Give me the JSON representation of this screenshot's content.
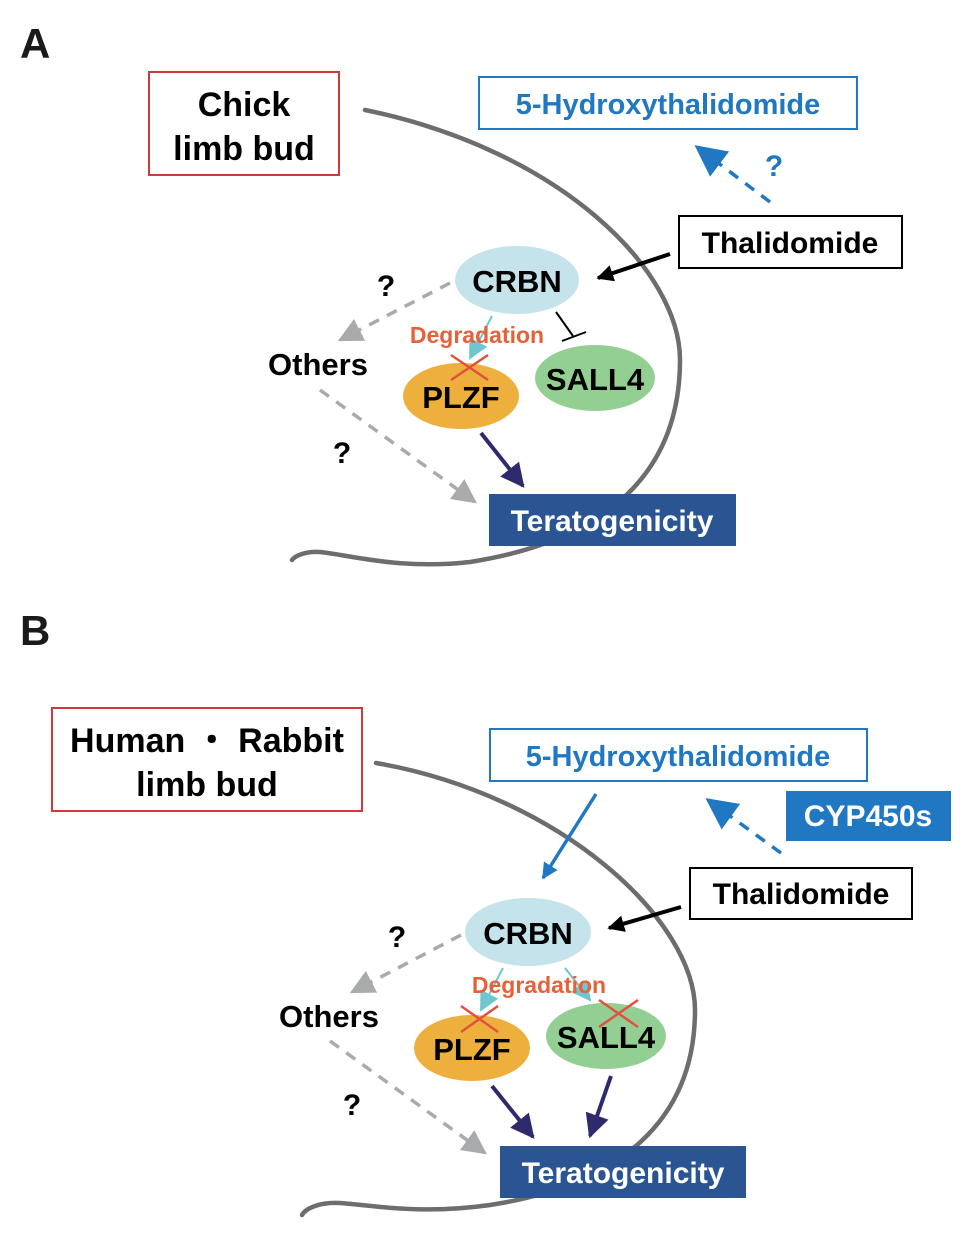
{
  "colors": {
    "tissue_outline": "#6d6d6f",
    "species_box_border": "#d0393c",
    "metabolite_blue": "#1f78c1",
    "teratogenicity_bg": "#2a5592",
    "crbn_fill": "#c5e3ea",
    "plzf_fill": "#eeb03d",
    "sall4_fill": "#93cf93",
    "degradation_text": "#e4623a",
    "degradation_arrow": "#6fc6ce",
    "cross_mark": "#e0523d",
    "effect_arrow": "#2f2a6d",
    "unknown_path": "#a9aaac",
    "text": "#000000",
    "white": "#ffffff"
  },
  "panels": [
    {
      "panel_label": "A",
      "species_box": [
        "Chick",
        "limb bud"
      ],
      "metabolite": "5-Hydroxythalidomide",
      "metabolism_label": "?",
      "metabolism_known": false,
      "drug": "Thalidomide",
      "receptor": "CRBN",
      "degradation_label": "Degradation",
      "substrates": [
        {
          "name": "PLZF",
          "degraded": true
        },
        {
          "name": "SALL4",
          "degraded": false,
          "relation": "inhibition"
        }
      ],
      "others_label": "Others",
      "unknown_marks": [
        "?",
        "?"
      ],
      "outcome": "Teratogenicity",
      "metabolite_binds_crbn": false
    },
    {
      "panel_label": "B",
      "species_box": [
        "Human ・ Rabbit",
        "limb bud"
      ],
      "metabolite": "5-Hydroxythalidomide",
      "enzyme": "CYP450s",
      "metabolism_known": true,
      "drug": "Thalidomide",
      "receptor": "CRBN",
      "degradation_label": "Degradation",
      "substrates": [
        {
          "name": "PLZF",
          "degraded": true
        },
        {
          "name": "SALL4",
          "degraded": true
        }
      ],
      "others_label": "Others",
      "unknown_marks": [
        "?",
        "?"
      ],
      "outcome": "Teratogenicity",
      "metabolite_binds_crbn": true
    }
  ]
}
